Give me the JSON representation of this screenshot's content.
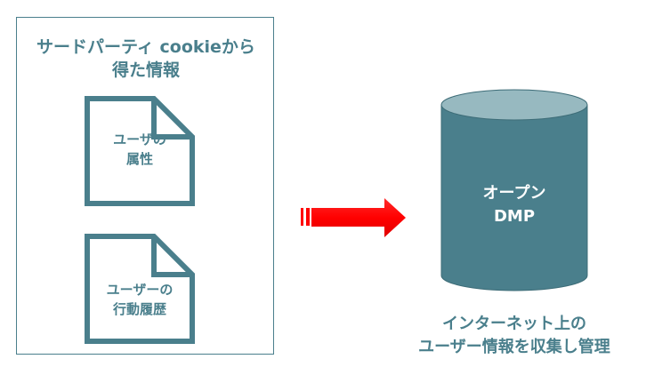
{
  "source_panel": {
    "title": "サードパーティ cookieから\n得た情報",
    "documents": [
      {
        "label": "ユーザの\n属性"
      },
      {
        "label": "ユーザーの\n行動履歴"
      }
    ]
  },
  "flow_arrow": {
    "color": "#ff0000"
  },
  "database": {
    "label": "オープン\nDMP",
    "caption": "インターネット上の\nユーザー情報を収集し管理"
  },
  "colors": {
    "accent": "#4a7f8c",
    "cylinder_body": "#4a7f8c",
    "cylinder_top": "#97b9c0"
  }
}
